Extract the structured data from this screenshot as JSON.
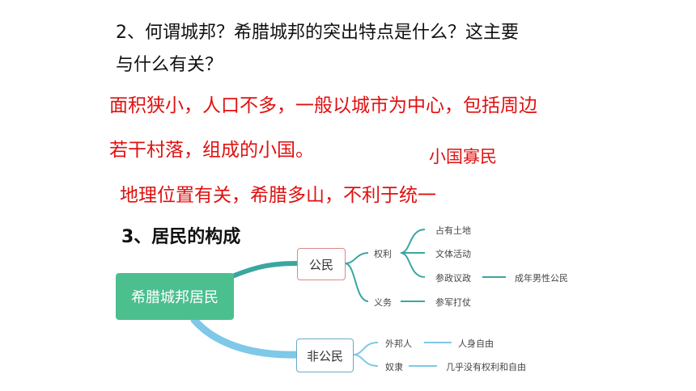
{
  "question2": {
    "line1": "2、何谓城邦？希腊城邦的突出特点是什么？这主要",
    "line2": "与什么有关？"
  },
  "answer": {
    "line1": "面积狭小，人口不多，一般以城市为中心，包括周边",
    "line2": "若干村落，组成的小国。",
    "keyword": "小国寡民",
    "line3": "地理位置有关，希腊多山，不利于统一"
  },
  "section3": {
    "title": "3、居民的构成"
  },
  "mindmap": {
    "root": "希腊城邦居民",
    "citizen": {
      "label": "公民",
      "rights": {
        "label": "权利",
        "items": [
          "占有土地",
          "文体活动",
          "参政议政"
        ],
        "condition": "成年男性公民"
      },
      "duty": {
        "label": "义务",
        "item": "参军打仗"
      }
    },
    "non_citizen": {
      "label": "非公民",
      "foreigners": {
        "label": "外邦人",
        "desc": "人身自由"
      },
      "slaves": {
        "label": "奴隶",
        "desc": "几乎没有权利和自由"
      }
    },
    "colors": {
      "root": "#4cbf8f",
      "citizen_branch": "#3aa6a0",
      "non_citizen_branch": "#7ec8e8",
      "answer_red": "#e01010"
    }
  }
}
